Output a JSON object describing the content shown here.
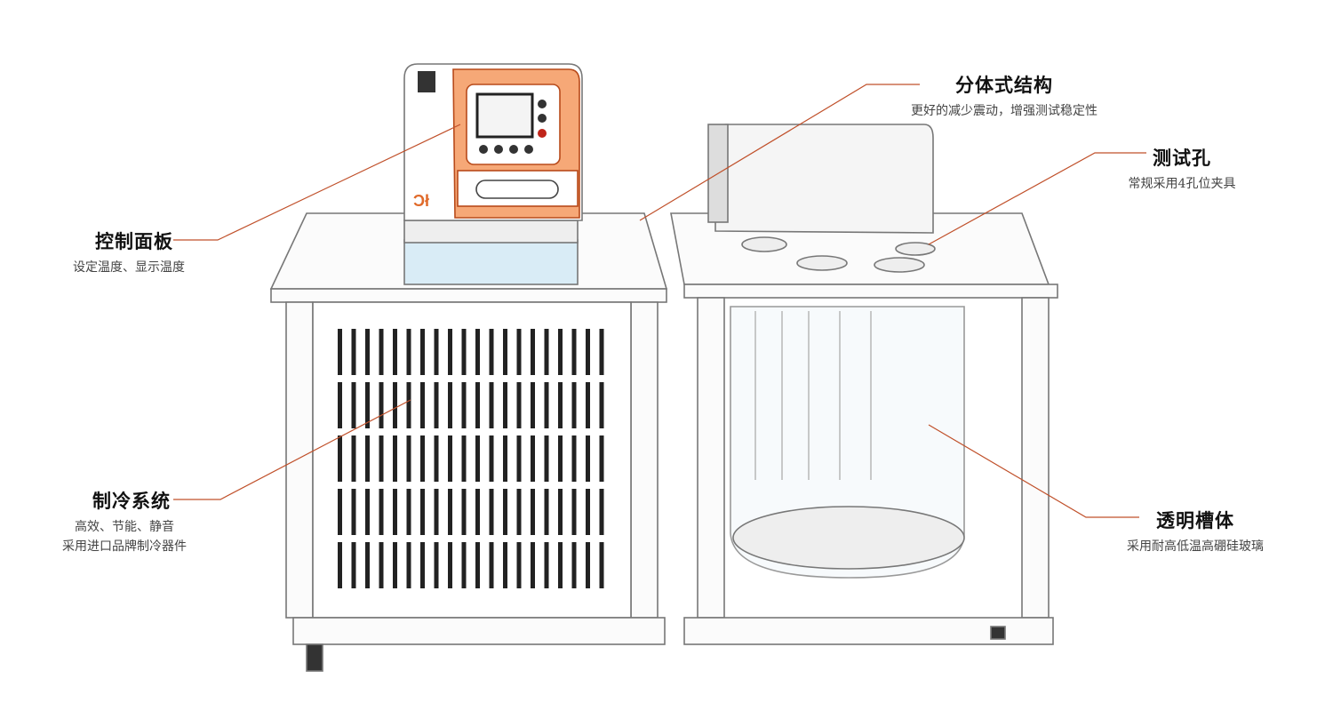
{
  "callouts": {
    "split": {
      "title": "分体式结构",
      "desc": "更好的减少震动，增强测试稳定性"
    },
    "holes": {
      "title": "测试孔",
      "desc": "常规采用4孔位夹具"
    },
    "panel": {
      "title": "控制面板",
      "desc": "设定温度、显示温度"
    },
    "cooling": {
      "title": "制冷系统",
      "desc1": "高效、节能、静音",
      "desc2": "采用进口品牌制冷器件"
    },
    "tank": {
      "title": "透明槽体",
      "desc": "采用耐高低温高硼硅玻璃"
    }
  },
  "colors": {
    "accent": "#f08a4b",
    "line": "#c0502a",
    "frame": "#8a8a8a"
  }
}
